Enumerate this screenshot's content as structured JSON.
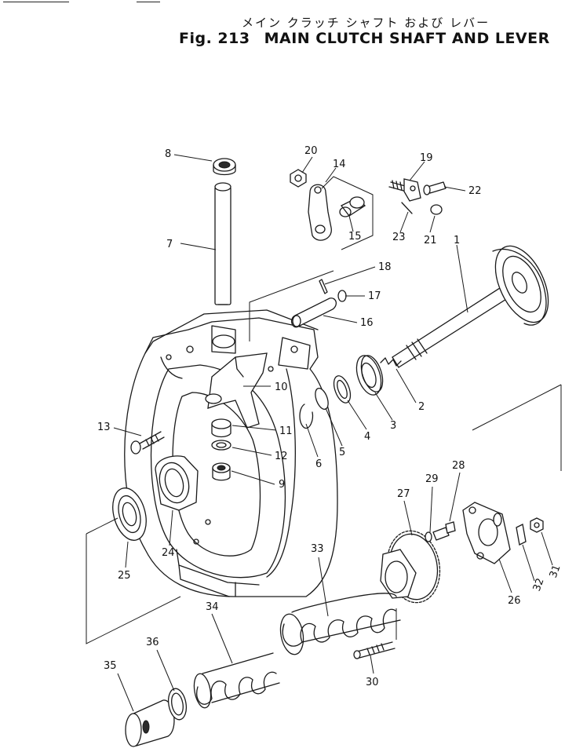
{
  "header": {
    "title_jp": "メイン クラッチ シャフト および レバー",
    "figure_label": "Fig. 213",
    "title": "MAIN CLUTCH SHAFT AND LEVER"
  },
  "callouts": [
    "1",
    "2",
    "3",
    "4",
    "5",
    "6",
    "7",
    "8",
    "9",
    "10",
    "11",
    "12",
    "13",
    "14",
    "15",
    "16",
    "17",
    "18",
    "19",
    "20",
    "21",
    "22",
    "23",
    "24",
    "25",
    "26",
    "27",
    "28",
    "29",
    "30",
    "31",
    "32",
    "33",
    "34",
    "35",
    "36"
  ]
}
